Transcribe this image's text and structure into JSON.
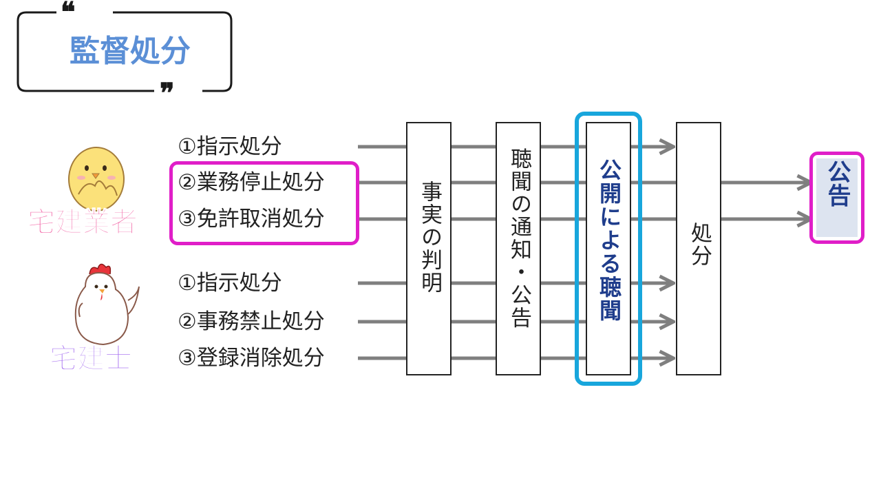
{
  "title": {
    "text": "監督処分",
    "quote_open": "❝",
    "quote_close": "❞"
  },
  "roles": {
    "dealer": "宅建業者",
    "licensee": "宅建士"
  },
  "dealer_rows": [
    "①指示処分",
    "②業務停止処分",
    "③免許取消処分"
  ],
  "licensee_rows": [
    "①指示処分",
    "②事務禁止処分",
    "③登録消除処分"
  ],
  "steps": {
    "fact_finding": "事実の判明",
    "notice": "聴聞の通知・公告",
    "public_hearing": "公開による聴聞",
    "disposition": "処分"
  },
  "final": {
    "announcement": "公告"
  },
  "colors": {
    "title": "#5b8fd6",
    "dealer_label": "#f266a6",
    "licensee_label": "#a770f0",
    "highlight_magenta": "#e01ec8",
    "highlight_cyan": "#18a6dc",
    "hearing_text": "#1f3d8c",
    "arrow": "#7f7f7f"
  }
}
